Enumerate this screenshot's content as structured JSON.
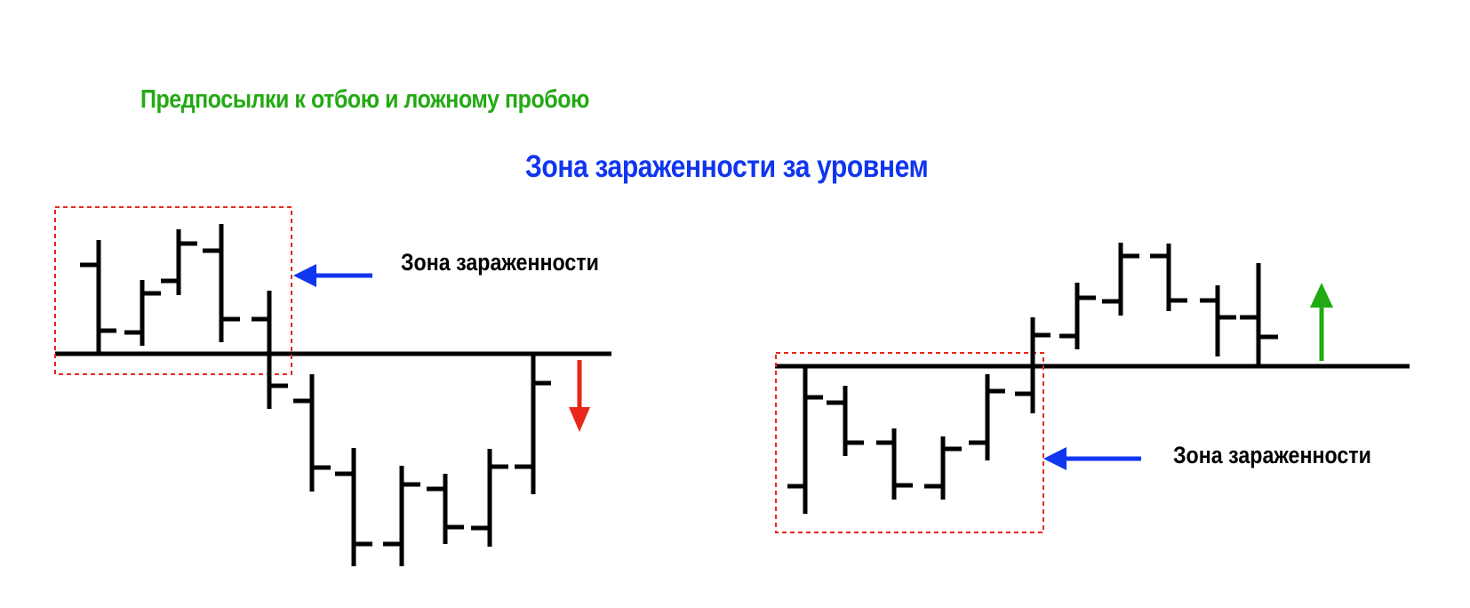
{
  "texts": {
    "title_green": "Предпосылки к отбою и ложному пробою",
    "title_blue": "Зона зараженности за уровнем",
    "zone_label_left": "Зона зараженности",
    "zone_label_right": "Зона зараженности"
  },
  "colors": {
    "title_green": "#22aa12",
    "title_blue": "#1036f0",
    "bars": "#000000",
    "zone_box": "#e8281c",
    "pointer_arrow": "#1036f0",
    "down_arrow": "#e8281c",
    "up_arrow": "#22aa12"
  },
  "icons": {
    "pointer_left": "blue-arrow-left-icon",
    "pointer_right": "blue-arrow-left-icon",
    "down": "red-arrow-down-icon",
    "up": "green-arrow-up-icon"
  }
}
